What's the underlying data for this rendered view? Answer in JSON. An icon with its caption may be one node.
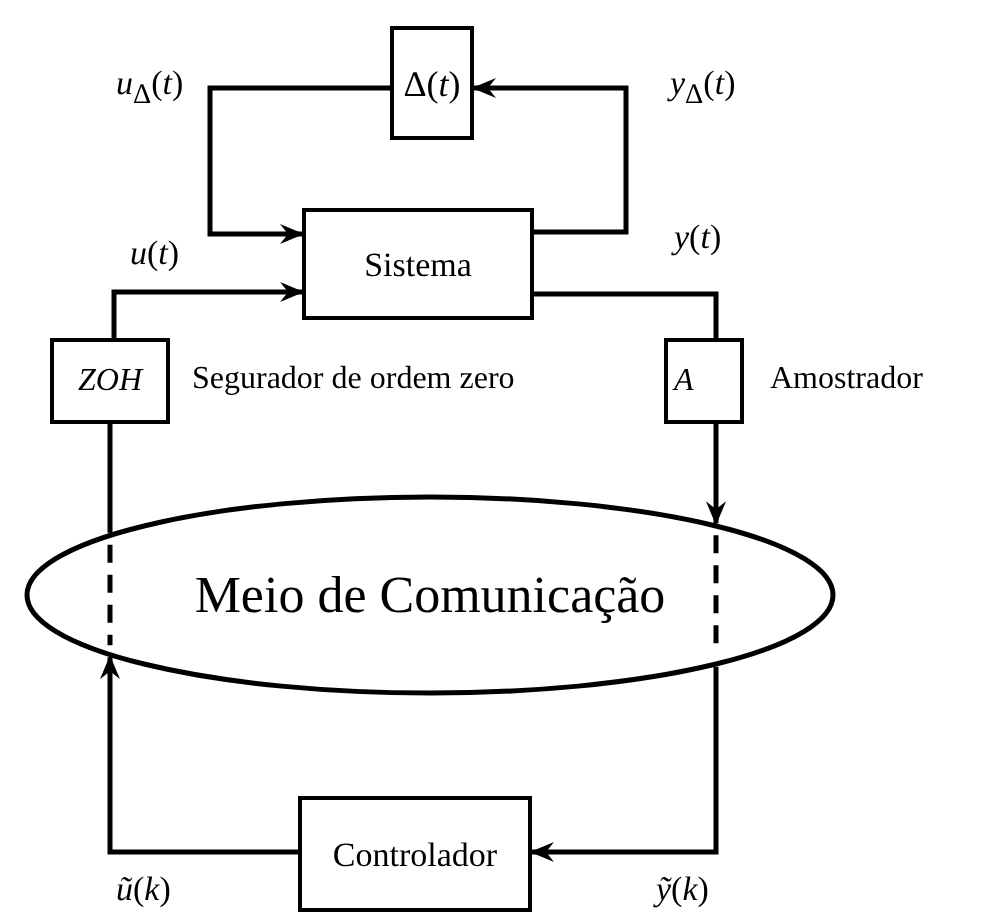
{
  "diagram": {
    "nodes": [
      {
        "text": [
          "Δ(*t*)"
        ]
      },
      {
        "text": [
          "Sistema"
        ]
      },
      {
        "text": [
          "ZOH"
        ],
        "beside": [
          "Segurador de ordem zero"
        ]
      },
      {
        "text": [
          "A"
        ],
        "beside": [
          "Amostrador"
        ]
      },
      {
        "text": [
          "Meio de Comunicação"
        ]
      },
      {
        "text": [
          "Controlador"
        ]
      }
    ],
    "edges": [
      {
        "from": 0,
        "to": 1,
        "arrow": "to",
        "label": "*u*$_{Δ}$(*t*)"
      },
      {
        "from": 1,
        "to": 0,
        "arrow": "to",
        "label": "*y*$_{Δ}$(*t*)"
      },
      {
        "from": 2,
        "to": 1,
        "arrow": "to",
        "label": "*u*(*t*)"
      },
      {
        "from": 1,
        "to": 3,
        "arrow": "none",
        "label": "*y*(*t*)"
      },
      {
        "from": 3,
        "to": 4,
        "arrow": "to"
      },
      {
        "from": 4,
        "to": 5,
        "arrow": "to",
        "label": "*ỹ*(*k*)"
      },
      {
        "from": 5,
        "to": 4,
        "arrow": "to",
        "label": "*ũ*(*k*)"
      },
      {
        "from": 4,
        "to": 2,
        "arrow": "none"
      }
    ]
  }
}
